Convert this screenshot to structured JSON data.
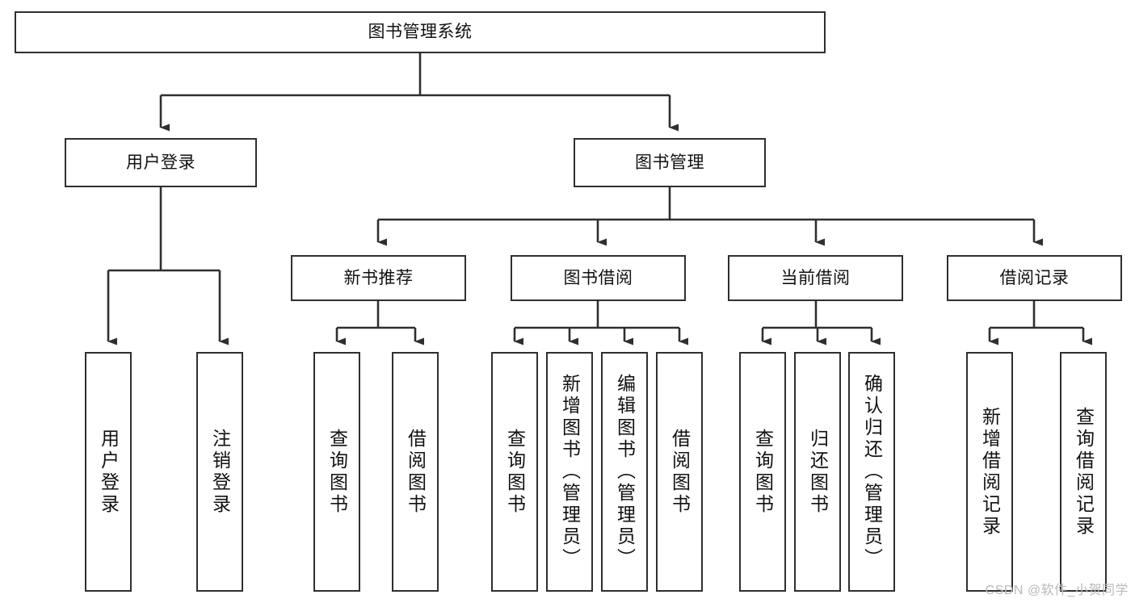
{
  "diagram": {
    "type": "tree",
    "title": "图书管理系统",
    "colors": {
      "box_border": "#2f2f2f",
      "box_fill": "#ffffff",
      "edge": "#2f2f2f",
      "text": "#111111",
      "watermark": "#b9b9b9"
    },
    "levels": {
      "root": {
        "label": "图书管理系统"
      },
      "level2": [
        {
          "id": "user-login",
          "label": "用户登录"
        },
        {
          "id": "book-manage",
          "label": "图书管理"
        }
      ],
      "level3": [
        {
          "id": "new-book-recommend",
          "label": "新书推荐"
        },
        {
          "id": "book-borrow",
          "label": "图书借阅"
        },
        {
          "id": "current-borrow",
          "label": "当前借阅"
        },
        {
          "id": "borrow-record",
          "label": "借阅记录"
        }
      ],
      "leaves": {
        "user-login": [
          {
            "id": "leaf-user-login",
            "label": "用户登录"
          },
          {
            "id": "leaf-logout-login",
            "label": "注销登录"
          }
        ],
        "new-book-recommend": [
          {
            "id": "leaf-query-book-1",
            "label": "查询图书"
          },
          {
            "id": "leaf-borrow-book-1",
            "label": "借阅图书"
          }
        ],
        "book-borrow": [
          {
            "id": "leaf-query-book-2",
            "label": "查询图书"
          },
          {
            "id": "leaf-add-book-admin",
            "label": "新增图书（管理员）"
          },
          {
            "id": "leaf-edit-book-admin",
            "label": "编辑图书（管理员）"
          },
          {
            "id": "leaf-borrow-book-2",
            "label": "借阅图书"
          }
        ],
        "current-borrow": [
          {
            "id": "leaf-query-book-3",
            "label": "查询图书"
          },
          {
            "id": "leaf-return-book",
            "label": "归还图书"
          },
          {
            "id": "leaf-confirm-return-admin",
            "label": "确认归还（管理员）"
          }
        ],
        "borrow-record": [
          {
            "id": "leaf-add-borrow-record",
            "label": "新增借阅记录"
          },
          {
            "id": "leaf-query-borrow-record",
            "label": "查询借阅记录"
          }
        ]
      }
    },
    "watermark": "CSDN @软件_小贺同学"
  }
}
